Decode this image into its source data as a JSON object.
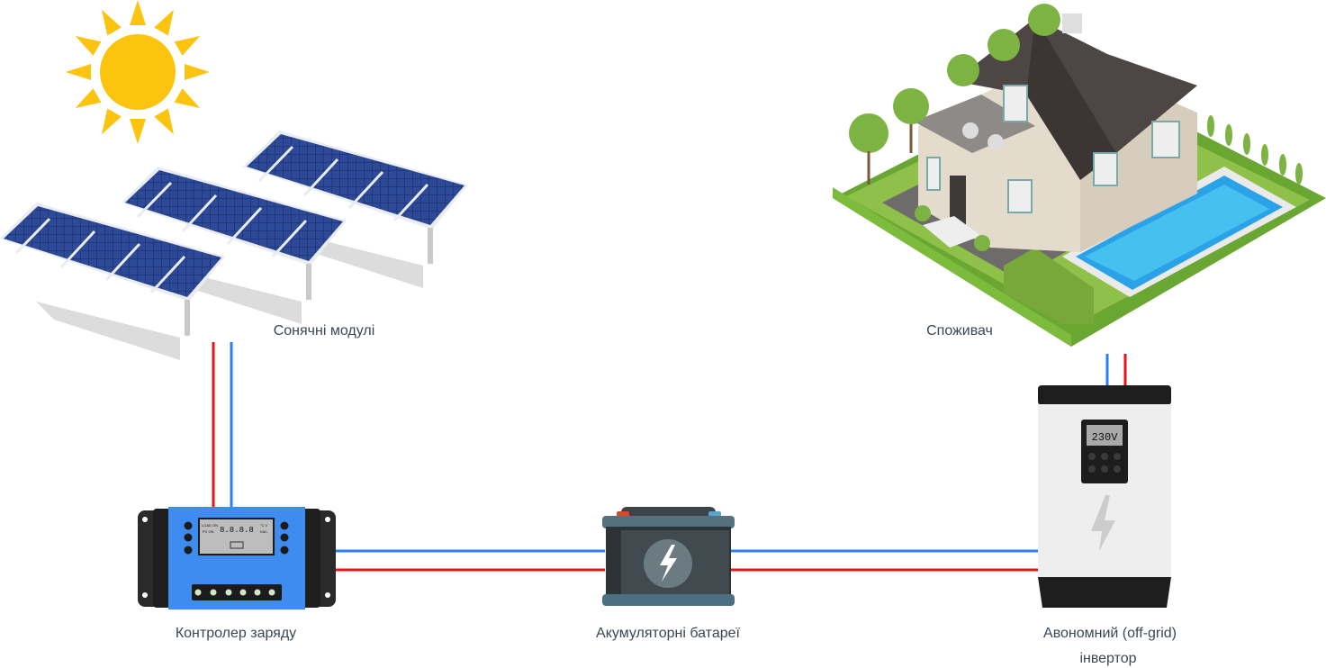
{
  "labels": {
    "solar": "Сонячні модулі",
    "consumer": "Споживач",
    "controller": "Контролер заряду",
    "battery": "Акумуляторні батареї",
    "inverter_line1": "Авономний (off-grid)",
    "inverter_line2": "інвертор"
  },
  "inverter_display": "230V",
  "controller_display": {
    "digits": "8.8.8.8",
    "load": "LOAD ON",
    "pv": "PV ON",
    "units": "°C V",
    "units2": "KAh"
  },
  "colors": {
    "positive_wire": "#e8141b",
    "negative_wire": "#2f7df0",
    "sun": "#fcc30f",
    "controller_body": "#3f8cf0",
    "label_text": "#3b4657"
  }
}
